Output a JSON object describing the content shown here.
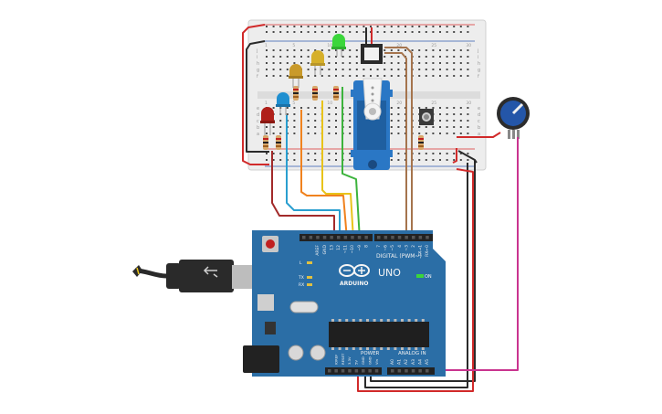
{
  "board": {
    "brand": "ARDUINO",
    "model": "UNO",
    "on_label": "ON",
    "header_digital": "DIGITAL (PWM~)",
    "header_power": "POWER",
    "header_analog": "ANALOG IN",
    "led_labels": [
      "L",
      "TX",
      "RX"
    ],
    "digital_pins": [
      "AREF",
      "GND",
      "13",
      "12",
      "~11",
      "~10",
      "~9",
      "8",
      "7",
      "~6",
      "~5",
      "4",
      "~3",
      "2",
      "TX→1",
      "RX←0"
    ],
    "power_pins": [
      "IOREF",
      "RESET",
      "3.3V",
      "5V",
      "GND",
      "GND",
      "Vin"
    ],
    "analog_pins": [
      "A0",
      "A1",
      "A2",
      "A3",
      "A4",
      "A5"
    ]
  },
  "breadboard": {
    "row_letters_top": [
      "j",
      "i",
      "h",
      "g",
      "f"
    ],
    "row_letters_bottom": [
      "e",
      "d",
      "c",
      "b",
      "a"
    ],
    "column_numbers": [
      "1",
      "5",
      "10",
      "15",
      "20",
      "25",
      "30"
    ]
  },
  "colors": {
    "board": "#2b6ea6",
    "board_dark": "#215a8a",
    "breadboard": "#e8e8e8",
    "wire_red": "#d12a2a",
    "wire_black": "#2a2a2a",
    "wire_orange": "#f0821e",
    "wire_yellow": "#e8c31a",
    "wire_green": "#3cb33c",
    "wire_teal": "#2a9fd0",
    "wire_brown": "#a5744d",
    "wire_magenta": "#c9348f",
    "wire_darkred": "#a22a2a",
    "led_red": "#b0201a",
    "led_blue": "#1f8fd0",
    "led_yellow": "#d6b02a",
    "led_amber": "#c99a2a",
    "led_green": "#3bd63b",
    "servo": "#2a77c5",
    "pot": "#2456a8"
  }
}
